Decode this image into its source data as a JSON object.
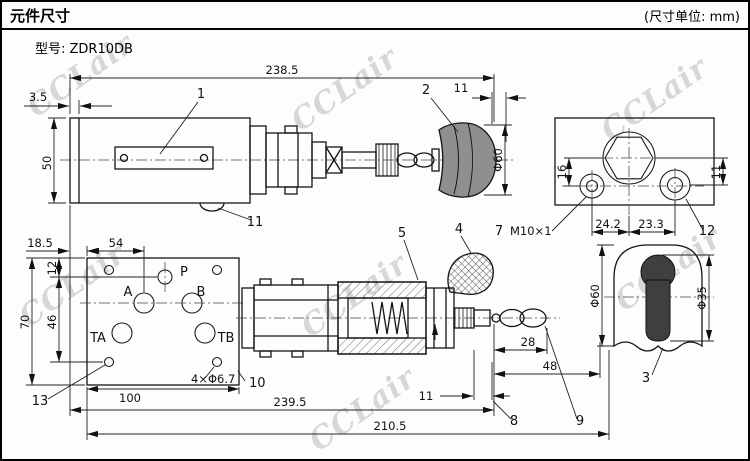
{
  "header": {
    "title": "元件尺寸",
    "unit_note": "(尺寸单位: mm)"
  },
  "model_label": "型号: ZDR10DB",
  "watermark_text": "CCLair",
  "side_view": {
    "dim_total_length": "238.5",
    "dim_plate": "3.5",
    "dim_height": "50",
    "dim_knob_cap": "11",
    "dia_knob": "Φ60",
    "part_1": "1",
    "part_2": "2",
    "part_11": "11"
  },
  "end_view": {
    "dim_16": "16",
    "dim_11": "11",
    "dim_24_2": "24.2",
    "dim_23_3": "23.3",
    "part_7": "7",
    "thread_spec": "M10×1",
    "part_12": "12"
  },
  "port_view": {
    "dim_18_5": "18.5",
    "dim_54": "54",
    "dim_12": "12",
    "dim_70": "70",
    "dim_46": "46",
    "dim_100": "100",
    "port_p": "P",
    "port_a": "A",
    "port_b": "B",
    "port_ta": "TA",
    "port_tb": "TB",
    "part_13": "13",
    "mount_holes": "4×Φ6.7",
    "part_10": "10"
  },
  "section_view": {
    "part_5": "5",
    "part_4": "4",
    "dim_28": "28",
    "dim_48": "48",
    "dim_11": "11",
    "part_8": "8",
    "part_9": "9",
    "dim_239_5": "239.5",
    "dim_210_5": "210.5"
  },
  "knob_view": {
    "dia_outer": "Φ60",
    "dia_inner": "Φ35",
    "part_3": "3"
  }
}
